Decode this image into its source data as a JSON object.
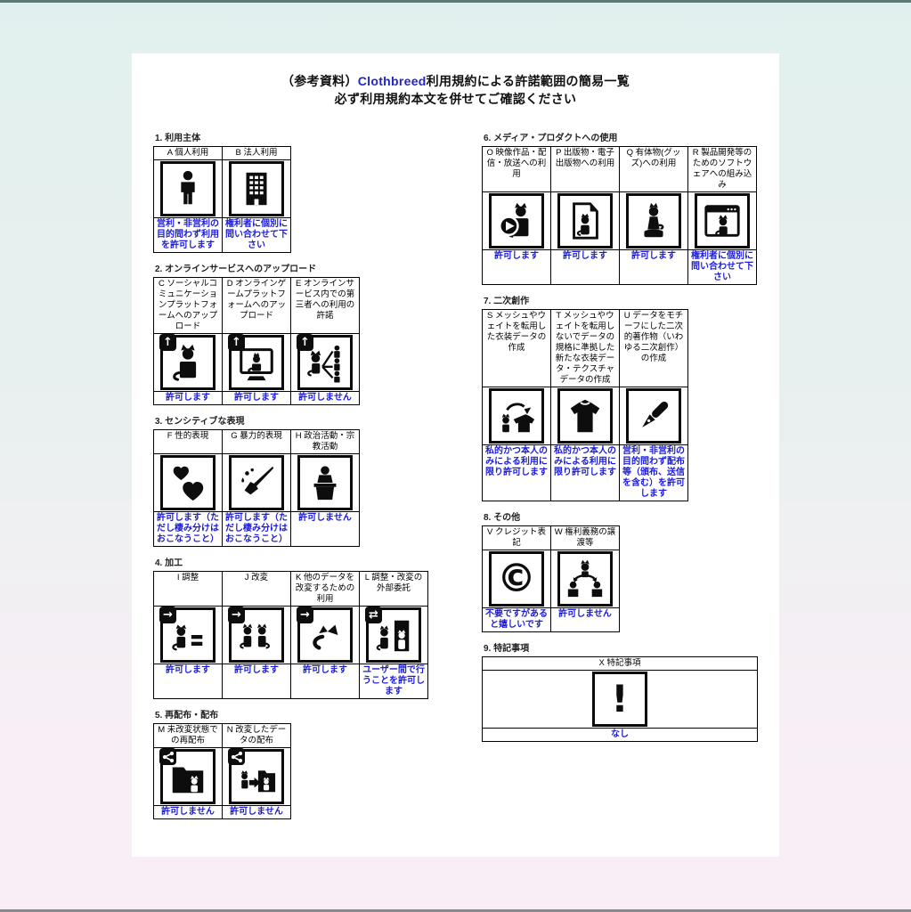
{
  "header": {
    "title_paren": "（参考資料）",
    "title_brand": "Clothbreed",
    "title_rest": "利用規約による許諾範囲の簡易一覧",
    "subtitle": "必ず利用規約本文を併せてご確認ください"
  },
  "colors": {
    "brand_blue": "#2424cc",
    "result_blue": "#1b1bd6",
    "background_top": "#e1f0ee",
    "background_bottom": "#faeef6",
    "page_white": "#ffffff"
  },
  "icons_glyphs": {
    "upload": "↑",
    "modify": "→",
    "swap": "⇄"
  },
  "sections": [
    {
      "heading": "1. 利用主体",
      "items": [
        {
          "label": "A 個人利用",
          "icon": "person-icon",
          "result": "営利・非営利の目的問わず利用を許可します"
        },
        {
          "label": "B 法人利用",
          "icon": "building-icon",
          "result": "権利者に個別に問い合わせて下さい"
        }
      ]
    },
    {
      "heading": "2. オンラインサービスへのアップロード",
      "items": [
        {
          "label": "C ソーシャルコミュニケーションプラットフォームへのアップロード",
          "icon": "upload-cat-person-icon",
          "result": "許可します"
        },
        {
          "label": "D オンラインゲームプラットフォームへのアップロード",
          "icon": "upload-cat-monitor-icon",
          "result": "許可します"
        },
        {
          "label": "E オンラインサービス内での第三者への利用の許諾",
          "icon": "upload-share-users-icon",
          "result": "許可しません"
        }
      ]
    },
    {
      "heading": "3. センシティブな表現",
      "items": [
        {
          "label": "F 性的表現",
          "icon": "hearts-icon",
          "result": "許可します（ただし棲み分けはおこなうこと）"
        },
        {
          "label": "G 暴力的表現",
          "icon": "knife-icon",
          "result": "許可します（ただし棲み分けはおこなうこと）"
        },
        {
          "label": "H 政治活動・宗教活動",
          "icon": "podium-speech-icon",
          "result": "許可しません"
        }
      ]
    },
    {
      "heading": "4. 加工",
      "items": [
        {
          "label": "I 調整",
          "icon": "adjust-cat-equal-icon",
          "result": "許可します"
        },
        {
          "label": "J 改変",
          "icon": "modify-cats-icon",
          "result": "許可します"
        },
        {
          "label": "K 他のデータを改変するための利用",
          "icon": "cat-parts-icon",
          "result": "許可します"
        },
        {
          "label": "L 調整・改変の外部委託",
          "icon": "outsource-door-cat-icon",
          "result": "ユーザー間で行うことを許可します"
        }
      ]
    },
    {
      "heading": "5. 再配布・配布",
      "items": [
        {
          "label": "M 未改変状態での再配布",
          "icon": "share-folder-cat-icon",
          "result": "許可しません"
        },
        {
          "label": "N 改変したデータの配布",
          "icon": "share-cat-to-folder-icon",
          "result": "許可しません"
        }
      ]
    },
    {
      "heading": "6. メディア・プロダクトへの使用",
      "items": [
        {
          "label": "O 映像作品・配信・放送への利用",
          "icon": "play-cat-icon",
          "result": "許可します"
        },
        {
          "label": "P 出版物・電子出版物への利用",
          "icon": "document-cat-icon",
          "result": "許可します"
        },
        {
          "label": "Q 有体物(グッズ)への利用",
          "icon": "figurine-cat-icon",
          "result": "許可します"
        },
        {
          "label": "R 製品開発等のためのソフトウェアへの組み込み",
          "icon": "window-cat-icon",
          "result": "権利者に個別に問い合わせて下さい"
        }
      ]
    },
    {
      "heading": "7. 二次創作",
      "items": [
        {
          "label": "S メッシュやウェイトを転用した衣装データの作成",
          "icon": "cat-shirt-reuse-icon",
          "result": "私的かつ本人のみによる利用に限り許可します"
        },
        {
          "label": "T メッシュやウェイトを転用しないでデータの規格に準拠した新たな衣装データ・テクスチャデータの作成",
          "icon": "shirt-icon",
          "result": "私的かつ本人のみによる利用に限り許可します"
        },
        {
          "label": "U データをモチーフにした二次的著作物（いわゆる二次創作）の作成",
          "icon": "pen-icon",
          "result": "営利・非営利の目的問わず配布等（頒布、送信を含む）を許可します"
        }
      ]
    },
    {
      "heading": "8. その他",
      "items": [
        {
          "label": "V クレジット表記",
          "icon": "copyright-icon",
          "result": "不要ですがあると嬉しいです"
        },
        {
          "label": "W 権利義務の譲渡等",
          "icon": "rights-transfer-icon",
          "result": "許可しません"
        }
      ]
    },
    {
      "heading": "9. 特記事項",
      "items": [
        {
          "label": "X 特記事項",
          "icon": "exclamation-icon",
          "result": "なし"
        }
      ]
    }
  ]
}
